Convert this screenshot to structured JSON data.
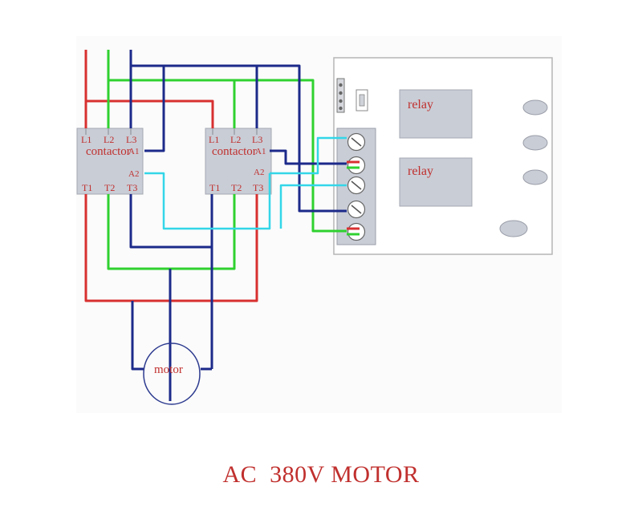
{
  "caption": "AC  380V MOTOR",
  "contactor1": {
    "label": "contactor",
    "L1": "L1",
    "L2": "L2",
    "L3": "L3",
    "A1": "A1",
    "A2": "A2",
    "T1": "T1",
    "T2": "T2",
    "T3": "T3"
  },
  "contactor2": {
    "label": "contactor",
    "L1": "L1",
    "L2": "L2",
    "L3": "L3",
    "A1": "A1",
    "A2": "A2",
    "T1": "T1",
    "T2": "T2",
    "T3": "T3"
  },
  "relay_board": {
    "relay1": "relay",
    "relay2": "relay"
  },
  "motor": {
    "label": "motor"
  },
  "colors": {
    "phase_red": "#d83030",
    "phase_green": "#2fd12f",
    "phase_blue": "#1c2a8a",
    "control_cyan": "#33d6e8",
    "module_fill": "#c9cdd6",
    "text_red": "#c0302e"
  }
}
